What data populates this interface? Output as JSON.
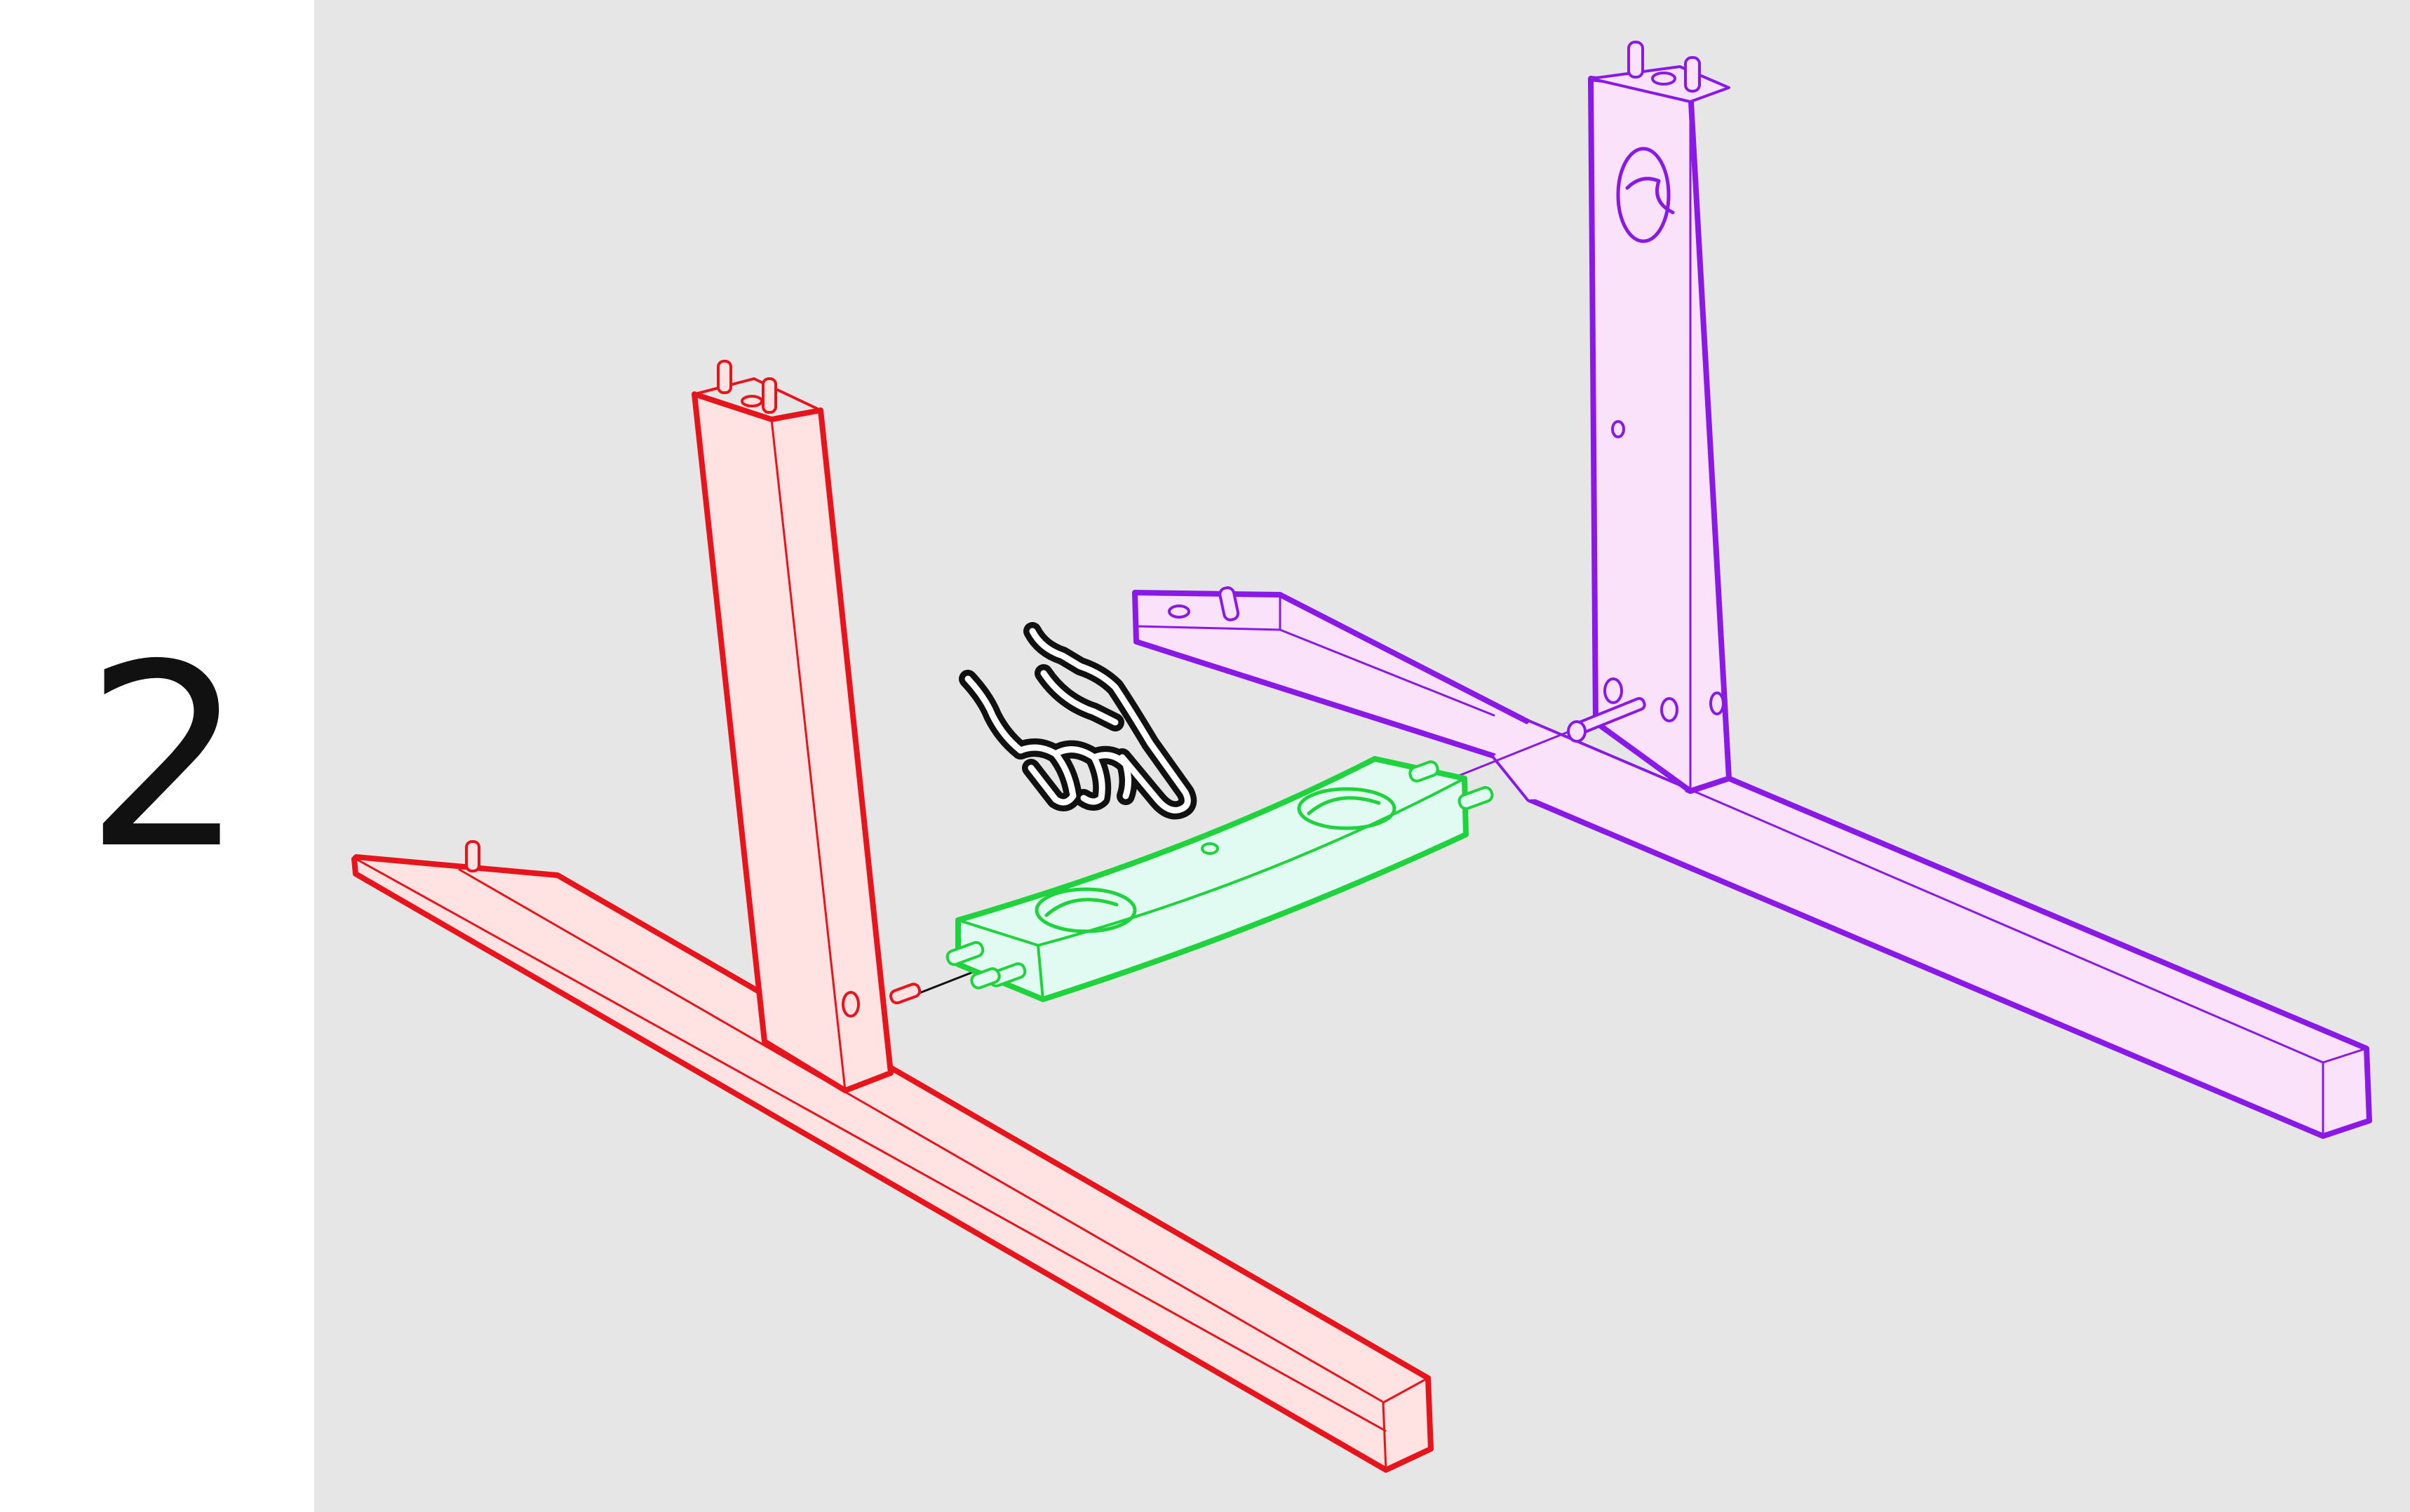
{
  "step": {
    "number": "2"
  },
  "colors": {
    "background_panel": "#e6e6e6",
    "left_frame": "#e8141c",
    "left_frame_fill": "#ffe2e2",
    "right_frame": "#8a18e6",
    "right_frame_fill": "#fbe2fb",
    "stretcher": "#1fd33c",
    "stretcher_fill": "#e2fbf2",
    "hand": "#111111"
  },
  "parts": {
    "left_leg_frame": "left-leg-frame",
    "right_leg_frame": "right-leg-frame",
    "stretcher_rail": "stretcher-rail",
    "dowels": "dowel-pins",
    "bolts": "connector-bolts",
    "hand_icon": "pointing-hand-icon"
  }
}
